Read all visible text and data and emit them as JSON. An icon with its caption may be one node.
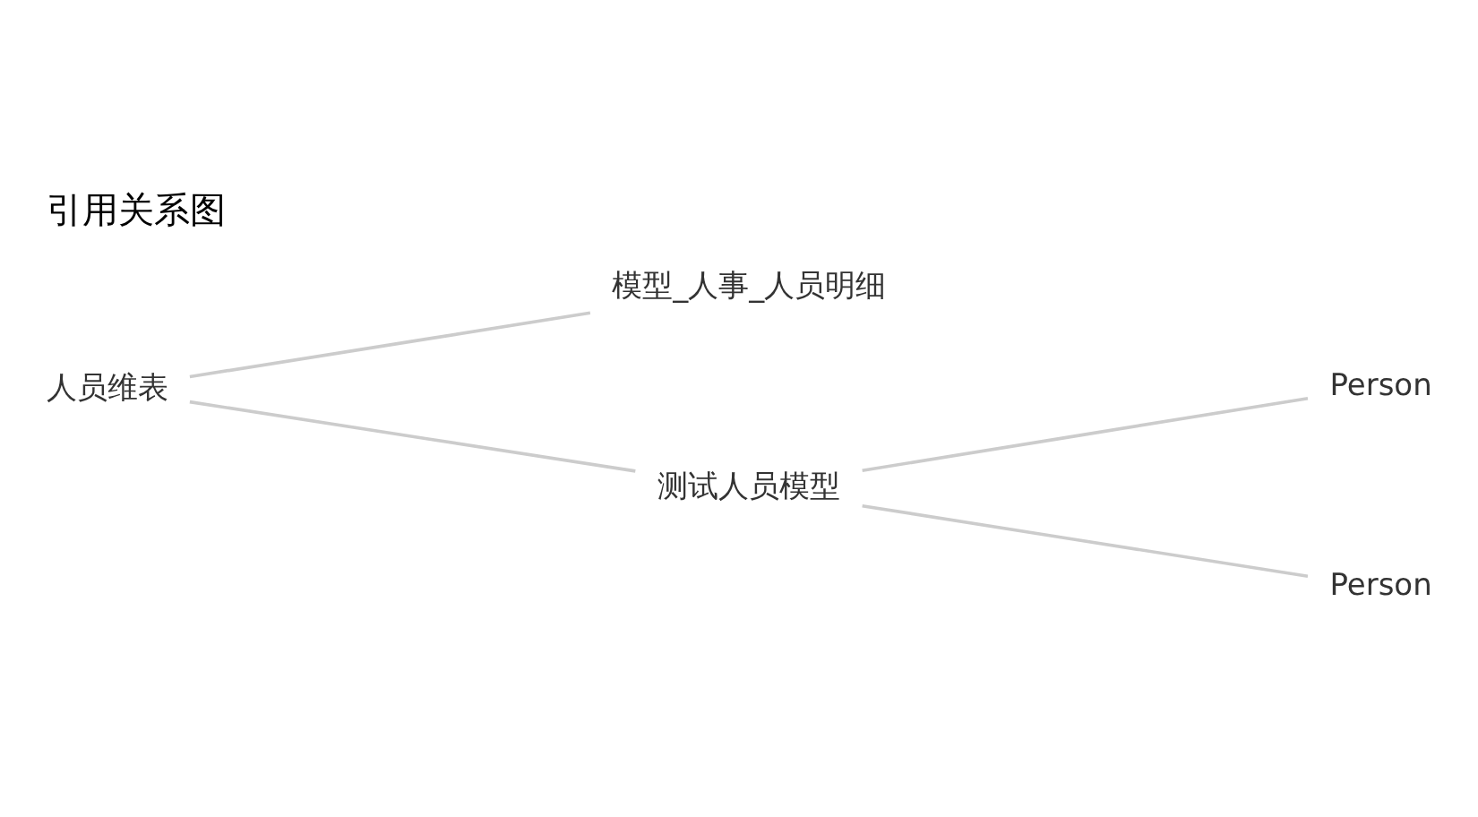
{
  "diagram": {
    "title": "引用关系图",
    "nodes": [
      {
        "text": [
          "人员维表"
        ]
      },
      {
        "text": [
          "模型_人事_人员明细"
        ]
      },
      {
        "text": [
          "测试人员模型"
        ]
      },
      {
        "text": [
          "Person"
        ]
      },
      {
        "text": [
          "Person"
        ]
      }
    ],
    "edges": [
      {
        "from": 0,
        "to": 1,
        "arrow": "none"
      },
      {
        "from": 0,
        "to": 2,
        "arrow": "none"
      },
      {
        "from": 2,
        "to": 3,
        "arrow": "none"
      },
      {
        "from": 2,
        "to": 4,
        "arrow": "none"
      }
    ]
  }
}
